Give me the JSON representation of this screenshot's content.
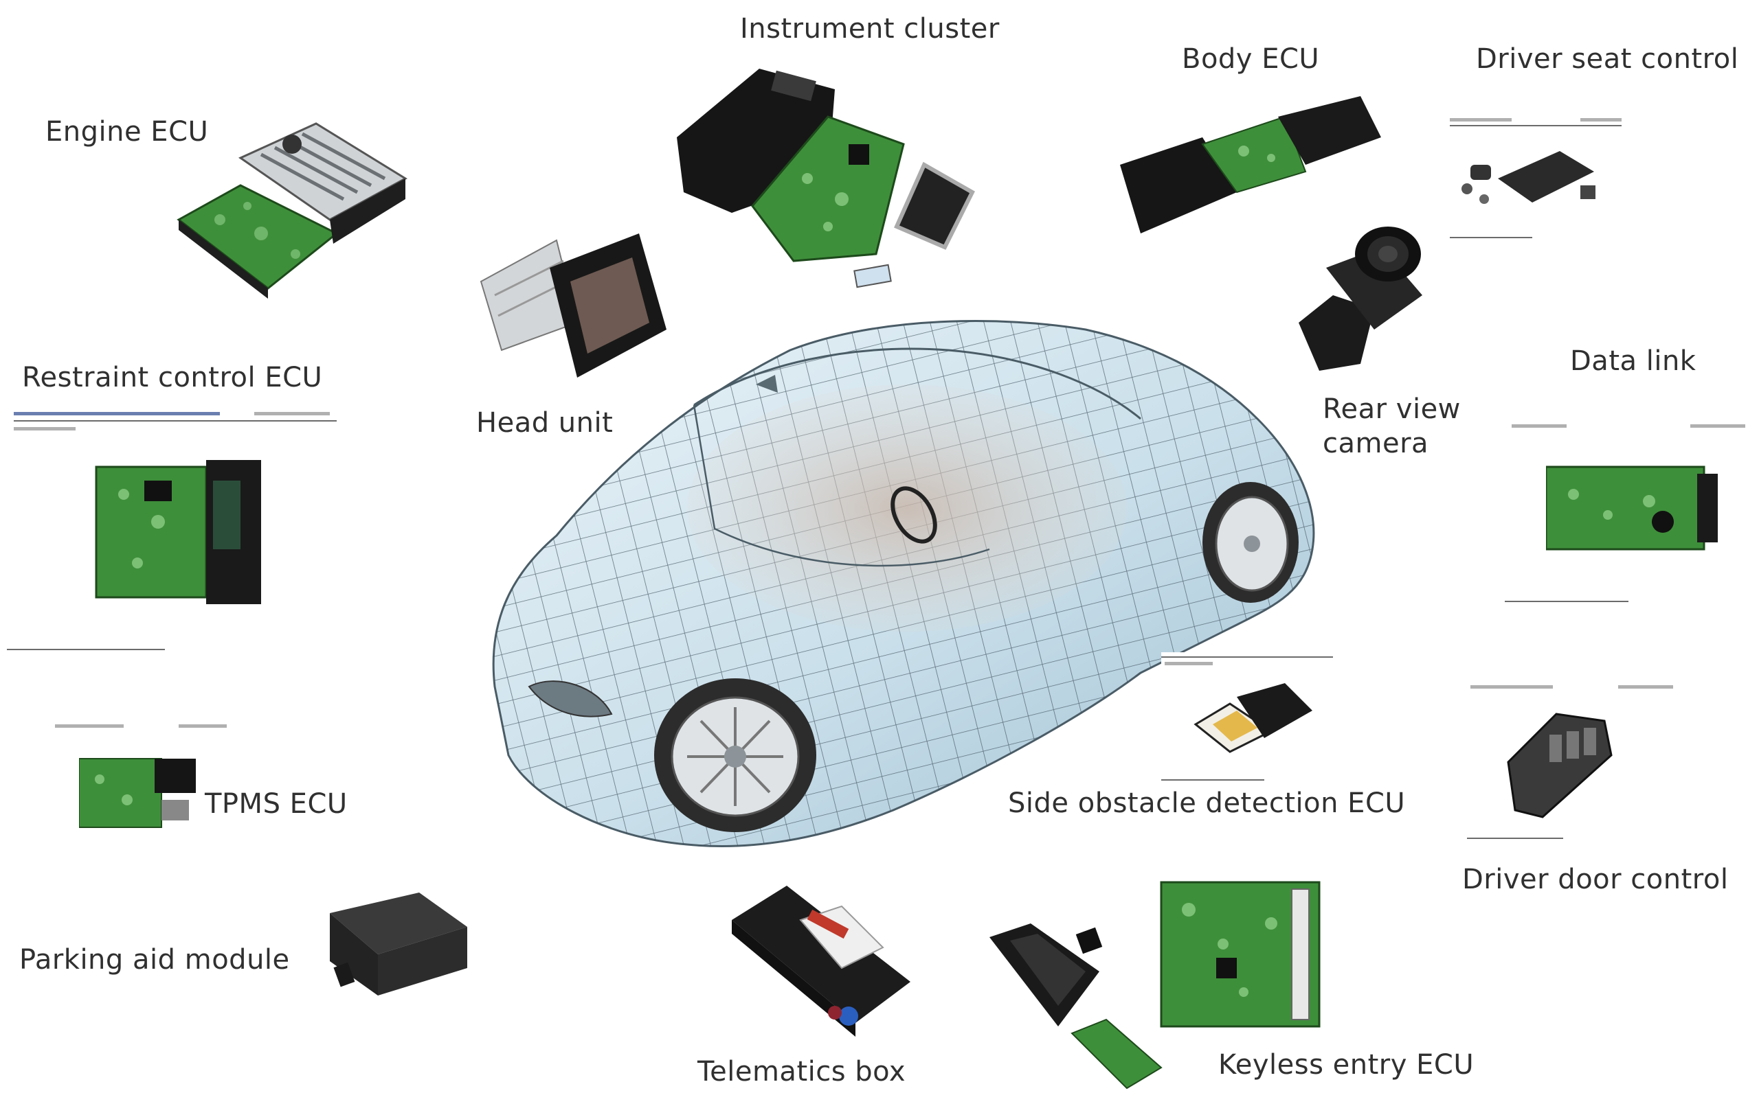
{
  "components": {
    "instrument_cluster": "Instrument  cluster",
    "body_ecu": "Body ECU",
    "driver_seat_control": "Driver seat control",
    "engine_ecu": "Engine ECU",
    "restraint_control_ecu": "Restraint control  ECU",
    "head_unit": "Head unit",
    "rear_view_camera_line1": "Rear view",
    "rear_view_camera_line2": "camera",
    "data_link": "Data link",
    "tpms_ecu": "TPMS ECU",
    "side_obstacle_detection_ecu": "Side obstacle detection ECU",
    "driver_door_control": "Driver door control",
    "parking_aid_module": "Parking aid module",
    "telematics_box": "Telematics box",
    "keyless_entry_ecu": "Keyless entry  ECU"
  },
  "colors": {
    "pcb_green": "#3e8f3a",
    "plastic_black": "#1f1f1f",
    "metal_gray": "#b8bcbf",
    "wireframe_blue": "#9ec3d8"
  }
}
